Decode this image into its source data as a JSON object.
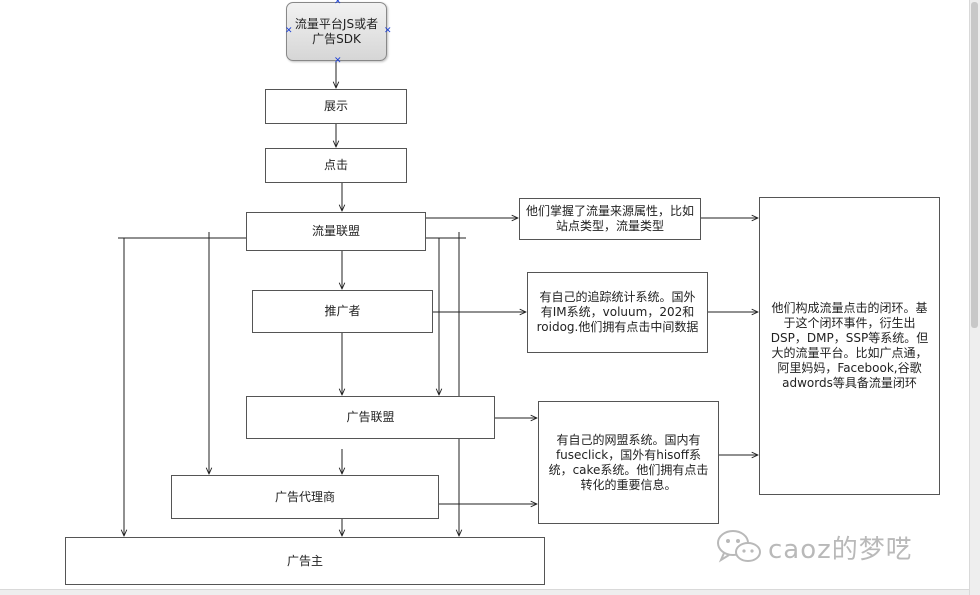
{
  "nodes": {
    "start": "流量平台JS或者广告SDK",
    "display": "展示",
    "click": "点击",
    "traffic_alliance": "流量联盟",
    "promoter": "推广者",
    "ad_alliance": "广告联盟",
    "ad_agency": "广告代理商",
    "advertiser": "广告主"
  },
  "notes": {
    "traffic_alliance_note": "他们掌握了流量来源属性，比如站点类型，流量类型",
    "promoter_note": "有自己的追踪统计系统。国外有IM系统，voluum，202和roidog.他们拥有点击中间数据",
    "ad_alliance_note": "有自己的网盟系统。国内有fuseclick，国外有hisoff系统，cake系统。他们拥有点击转化的重要信息。",
    "closed_loop_note": "他们构成流量点击的闭环。基于这个闭环事件，衍生出DSP，DMP，SSP等系统。但大的流量平台。比如广点通，阿里妈妈，Facebook,谷歌adwords等具备流量闭环"
  },
  "watermark": {
    "text": "caoz的梦呓",
    "icon": "wechat-icon"
  },
  "colors": {
    "line": "#222222",
    "handle": "#1a3fd6",
    "watermark": "#b9b9b9"
  }
}
